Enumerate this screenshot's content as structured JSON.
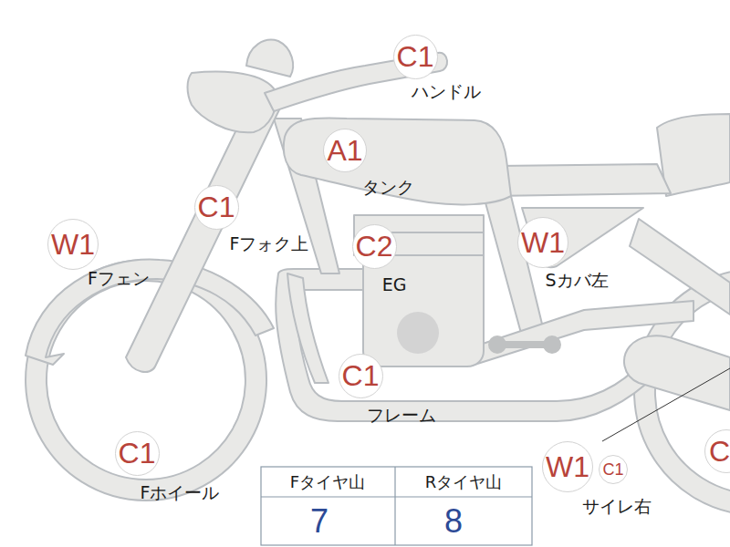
{
  "diagram": {
    "nodes": [
      {
        "text": [
          "C1"
        ]
      },
      {
        "text": [
          "A1"
        ]
      },
      {
        "text": [
          "C1"
        ]
      },
      {
        "text": [
          "W1"
        ]
      },
      {
        "text": [
          "C2"
        ]
      },
      {
        "text": [
          "W1"
        ]
      },
      {
        "text": [
          "C1"
        ]
      },
      {
        "text": [
          "C1"
        ]
      },
      {
        "text": [
          "W1"
        ]
      },
      {
        "text": [
          "C1"
        ]
      },
      {
        "text": [
          "C"
        ]
      }
    ],
    "labels": [
      "ハンドル",
      "タンク",
      "Fフォク上",
      "Fフェン",
      "EG",
      "Sカバ左",
      "フレーム",
      "Fホイール",
      "サイレ右",
      "Fタイヤ山",
      "Rタイヤ山",
      "7",
      "8"
    ]
  }
}
